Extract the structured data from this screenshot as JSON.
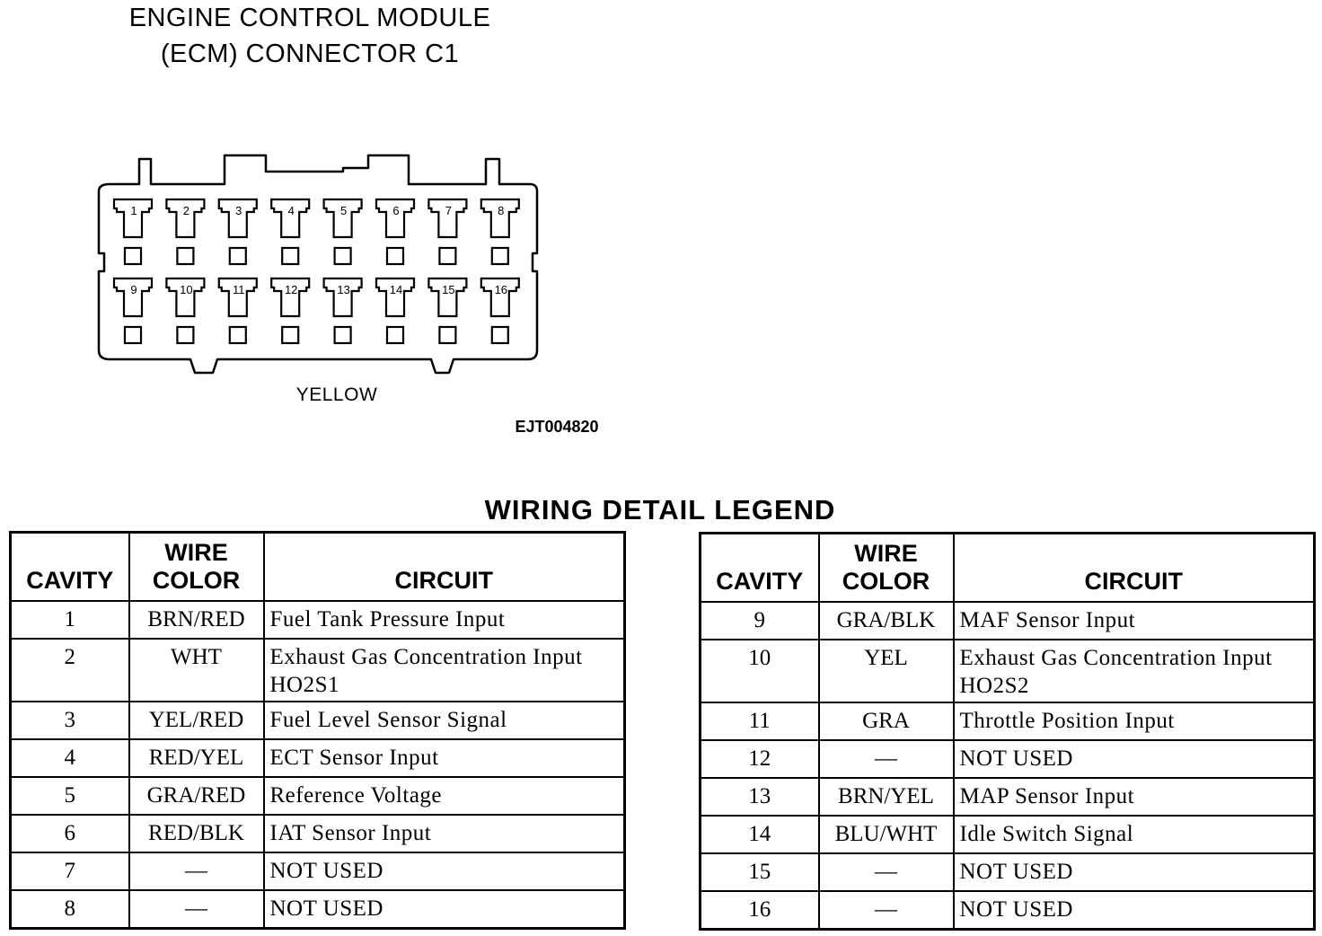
{
  "title": {
    "line1": "ENGINE CONTROL MODULE",
    "line2": "(ECM) CONNECTOR C1"
  },
  "connector": {
    "color_label": "YELLOW",
    "terminals_top": [
      "1",
      "2",
      "3",
      "4",
      "5",
      "6",
      "7",
      "8"
    ],
    "terminals_bottom": [
      "9",
      "10",
      "11",
      "12",
      "13",
      "14",
      "15",
      "16"
    ]
  },
  "ref_code": "EJT004820",
  "legend_title": "WIRING DETAIL LEGEND",
  "headers": {
    "cavity": "CAVITY",
    "wire1": "WIRE",
    "wire2": "COLOR",
    "circuit": "CIRCUIT"
  },
  "left_rows": [
    {
      "cavity": "1",
      "wire": "BRN/RED",
      "circuit": "Fuel Tank Pressure Input"
    },
    {
      "cavity": "2",
      "wire": "WHT",
      "circuit": "Exhaust Gas Concentration Input HO2S1"
    },
    {
      "cavity": "3",
      "wire": "YEL/RED",
      "circuit": "Fuel Level Sensor Signal"
    },
    {
      "cavity": "4",
      "wire": "RED/YEL",
      "circuit": "ECT Sensor Input"
    },
    {
      "cavity": "5",
      "wire": "GRA/RED",
      "circuit": "Reference Voltage"
    },
    {
      "cavity": "6",
      "wire": "RED/BLK",
      "circuit": "IAT Sensor Input"
    },
    {
      "cavity": "7",
      "wire": "—",
      "circuit": "NOT USED"
    },
    {
      "cavity": "8",
      "wire": "—",
      "circuit": "NOT USED"
    }
  ],
  "right_rows": [
    {
      "cavity": "9",
      "wire": "GRA/BLK",
      "circuit": "MAF Sensor Input"
    },
    {
      "cavity": "10",
      "wire": "YEL",
      "circuit": "Exhaust Gas Concentration Input HO2S2"
    },
    {
      "cavity": "11",
      "wire": "GRA",
      "circuit": "Throttle Position Input"
    },
    {
      "cavity": "12",
      "wire": "—",
      "circuit": "NOT USED"
    },
    {
      "cavity": "13",
      "wire": "BRN/YEL",
      "circuit": "MAP Sensor Input"
    },
    {
      "cavity": "14",
      "wire": "BLU/WHT",
      "circuit": "Idle Switch Signal"
    },
    {
      "cavity": "15",
      "wire": "—",
      "circuit": "NOT USED"
    },
    {
      "cavity": "16",
      "wire": "—",
      "circuit": "NOT USED"
    }
  ]
}
